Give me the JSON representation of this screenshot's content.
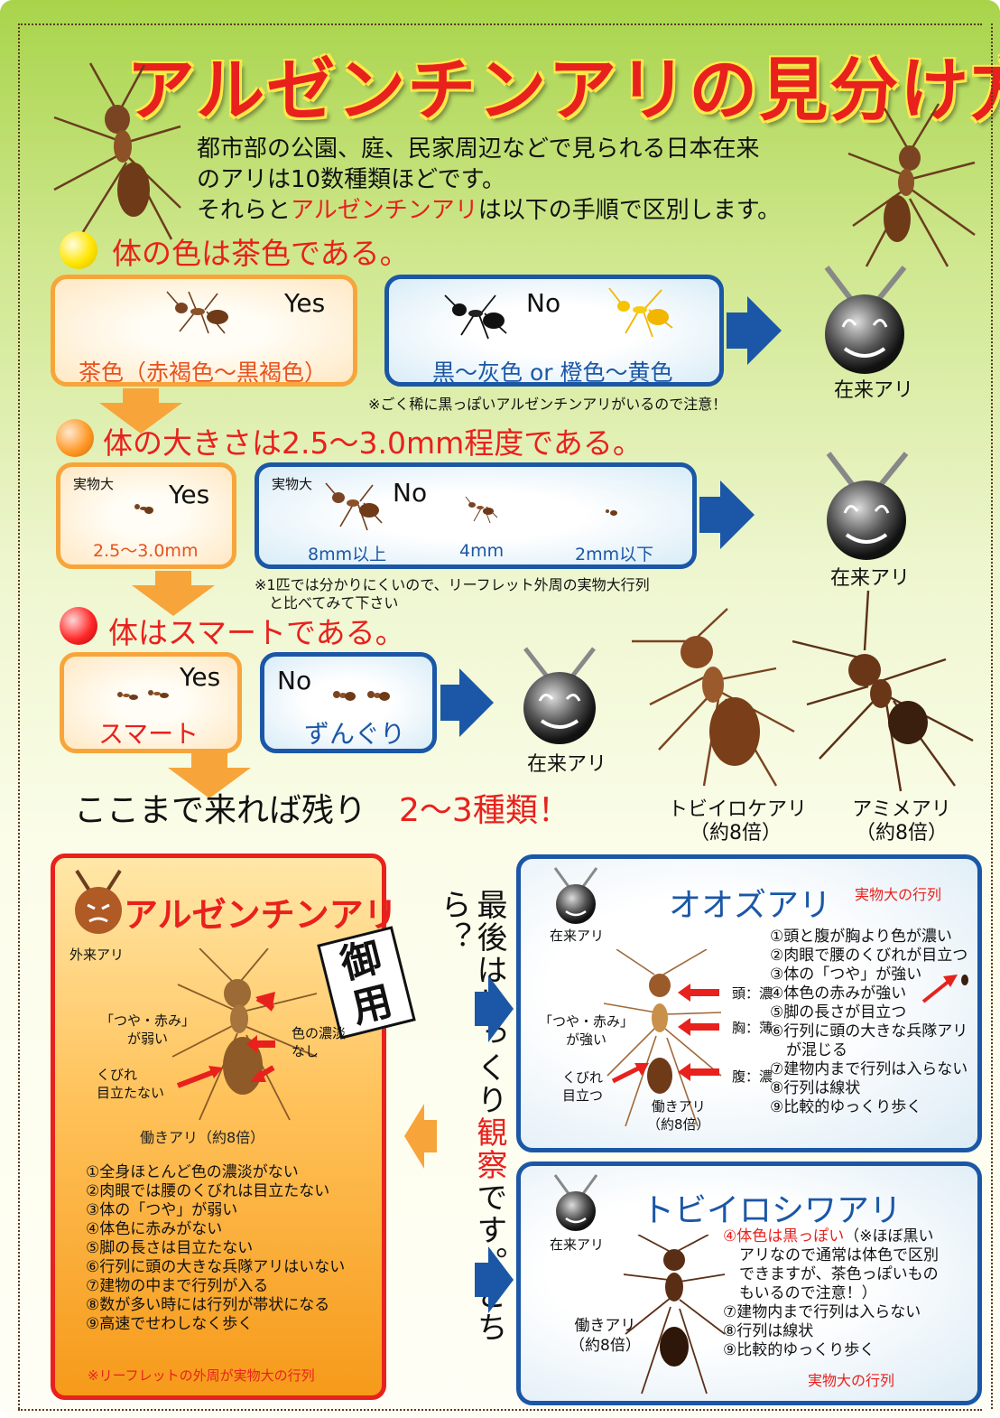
{
  "title": "アルゼンチンアリの見分け方",
  "intro": {
    "line1": "都市部の公園、庭、民家周辺などで見られる日本在来",
    "line2": "のアリは10数種類ほどです。",
    "line3_a": "それらと",
    "line3_red": "アルゼンチンアリ",
    "line3_b": "は以下の手順で区別します。"
  },
  "step1": {
    "heading": "体の色は茶色である。",
    "yes": {
      "label": "Yes",
      "text": "茶色（赤褐色～黒褐色）"
    },
    "no": {
      "label": "No",
      "text": "黒～灰色 or 橙色～黄色"
    },
    "note": "※ごく稀に黒っぽいアルゼンチンアリがいるので注意！",
    "native_caption": "在来アリ"
  },
  "step2": {
    "heading": "体の大きさは2.5～3.0mm程度である。",
    "yes": {
      "tag": "実物大",
      "label": "Yes",
      "text": "2.5～3.0mm"
    },
    "no": {
      "tag": "実物大",
      "label": "No",
      "sizes": [
        "8mm以上",
        "4mm",
        "2mm以下"
      ]
    },
    "note1": "※1匹では分かりにくいので、リーフレット外周の実物大行列",
    "note2": "と比べてみて下さい",
    "native_caption": "在来アリ"
  },
  "step3": {
    "heading": "体はスマートである。",
    "yes": {
      "label": "Yes",
      "text": "スマート"
    },
    "no": {
      "label": "No",
      "text": "ずんぐり"
    },
    "native_caption": "在来アリ",
    "species": [
      {
        "name": "トビイロケアリ",
        "mag": "（約8倍）"
      },
      {
        "name": "アミメアリ",
        "mag": "（約8倍）"
      }
    ]
  },
  "final": {
    "text": "ここまで来れば残り",
    "red": "2～3種類！"
  },
  "argentine": {
    "title": "アルゼンチンアリ",
    "tag": "外来アリ",
    "stamp": "御用",
    "callouts": [
      "「つや・赤み」",
      "が弱い",
      "色の濃淡",
      "なし",
      "くびれ",
      "目立たない"
    ],
    "caption": "働きアリ（約8倍）",
    "points": [
      "①全身ほとんど色の濃淡がない",
      "②肉眼では腰のくびれは目立たない",
      "③体の「つや」が弱い",
      "④体色に赤みがない",
      "⑤脚の長さは目立たない",
      "⑥行列に頭の大きな兵隊アリはいない",
      "⑦建物の中まで行列が入る",
      "⑧数が多い時には行列が帯状になる",
      "⑨高速でせわしなく歩く"
    ],
    "footnote": "※リーフレットの外周が実物大の行列"
  },
  "center_text": {
    "a": "最後はじっくり",
    "red": "観察",
    "b": "です。どちら？"
  },
  "ooz": {
    "title": "オオズアリ",
    "real_size": "実物大の行列",
    "tag": "在来アリ",
    "callouts": [
      "「つや・赤み」",
      "が強い",
      "くびれ",
      "目立つ",
      "頭：濃",
      "胸：薄",
      "腹：濃"
    ],
    "caption1": "働きアリ",
    "caption2": "（約8倍）",
    "points": [
      "①頭と腹が胸より色が濃い",
      "②肉眼で腰のくびれが目立つ",
      "③体の「つや」が強い",
      "④体色の赤みが強い",
      "⑤脚の長さが目立つ",
      "⑥行列に頭の大きな兵隊アリ",
      "が混じる",
      "⑦建物内まで行列は入らない",
      "⑧行列は線状",
      "⑨比較的ゆっくり歩く"
    ]
  },
  "tobiiro": {
    "title": "トビイロシワアリ",
    "tag": "在来アリ",
    "caption1": "働きアリ",
    "caption2": "（約8倍）",
    "p4_red": "④体色は黒っぽい",
    "p4_rest": [
      "（※ほぼ黒い",
      "アリなので通常は体色で区別",
      "できますが、茶色っぽいもの",
      "もいるので注意！）"
    ],
    "points": [
      "⑦建物内まで行列は入らない",
      "⑧行列は線状",
      "⑨比較的ゆっくり歩く"
    ],
    "real_size": "実物大の行列"
  }
}
